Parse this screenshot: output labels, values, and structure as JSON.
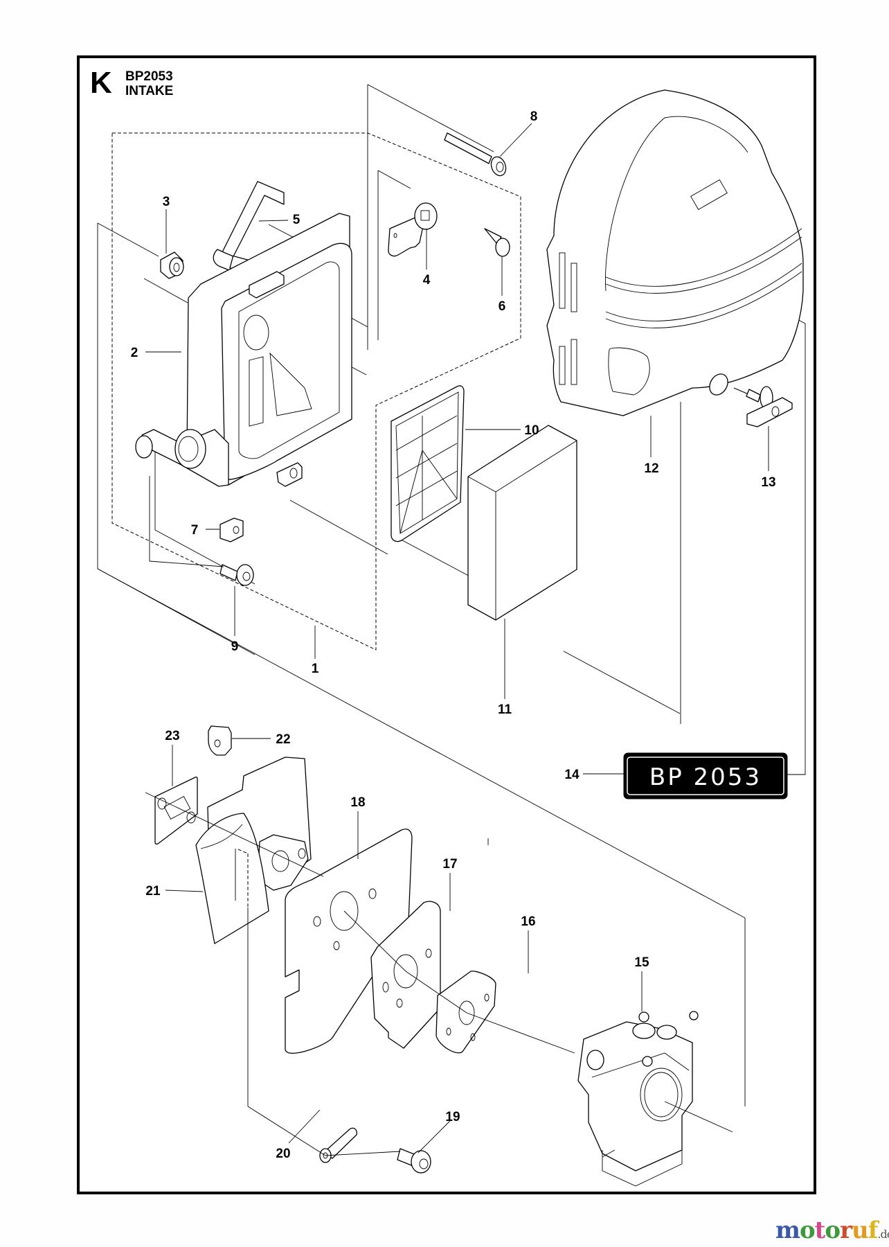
{
  "section": {
    "letter": "K",
    "model": "BP2053",
    "title": "INTAKE"
  },
  "callouts": [
    {
      "id": "1",
      "part": "air-filter-housing-assembly"
    },
    {
      "id": "2",
      "part": "air-filter-housing"
    },
    {
      "id": "3",
      "part": "bushing"
    },
    {
      "id": "4",
      "part": "choke-lever"
    },
    {
      "id": "5",
      "part": "choke-link-rod"
    },
    {
      "id": "6",
      "part": "screw"
    },
    {
      "id": "7",
      "part": "nut"
    },
    {
      "id": "8",
      "part": "screw"
    },
    {
      "id": "9",
      "part": "screw"
    },
    {
      "id": "10",
      "part": "filter-holder"
    },
    {
      "id": "11",
      "part": "air-filter"
    },
    {
      "id": "12",
      "part": "air-filter-cover"
    },
    {
      "id": "13",
      "part": "knob-screw"
    },
    {
      "id": "14",
      "part": "decal"
    },
    {
      "id": "15",
      "part": "carburetor"
    },
    {
      "id": "16",
      "part": "gasket"
    },
    {
      "id": "17",
      "part": "insulator"
    },
    {
      "id": "18",
      "part": "gasket"
    },
    {
      "id": "19",
      "part": "screw"
    },
    {
      "id": "20",
      "part": "stud"
    },
    {
      "id": "21",
      "part": "heat-shield"
    },
    {
      "id": "22",
      "part": "bracket"
    },
    {
      "id": "23",
      "part": "gasket"
    }
  ],
  "decal": {
    "text": "BP 2053"
  },
  "watermark": {
    "letters": [
      "m",
      "o",
      "t",
      "o",
      "r",
      "u",
      "f"
    ],
    "colors": [
      "#3a57a8",
      "#3c9a3c",
      "#d24a8c",
      "#3c9a3c",
      "#d2482a",
      "#e39a1e",
      "#e0b21e"
    ],
    "suffix": ".de"
  }
}
